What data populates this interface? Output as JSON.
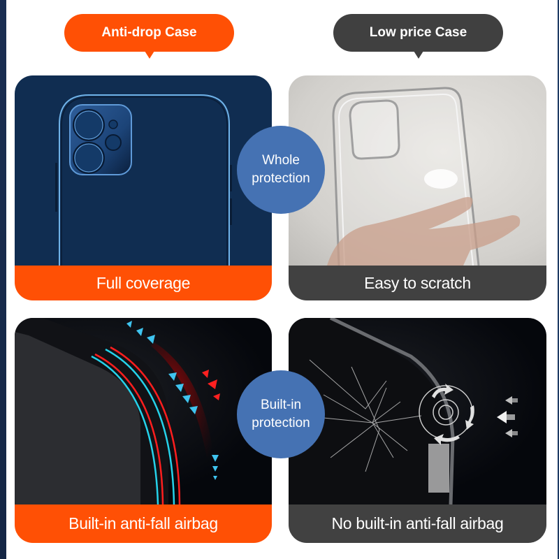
{
  "headers": {
    "left": "Anti-drop Case",
    "right": "Low price Case"
  },
  "badges": [
    {
      "line1": "Whole",
      "line2": "protection"
    },
    {
      "line1": "Built-in",
      "line2": "protection"
    }
  ],
  "panels": [
    {
      "caption": "Full coverage",
      "image": "navy-phone-outline-with-camera-module",
      "style": "orange"
    },
    {
      "caption": "Easy to scratch",
      "image": "clear-transparent-case-in-hand",
      "style": "gray"
    },
    {
      "caption": "Built-in anti-fall airbag",
      "image": "phone-corner-airbag-with-impact-arrows",
      "style": "orange"
    },
    {
      "caption": "No built-in anti-fall airbag",
      "image": "cracked-phone-corner-with-rotation-arrows",
      "style": "gray"
    }
  ],
  "colors": {
    "accent_orange": "#ff5005",
    "dark_gray": "#414141",
    "badge_blue": "#4572b3",
    "navy": "#102d51"
  }
}
